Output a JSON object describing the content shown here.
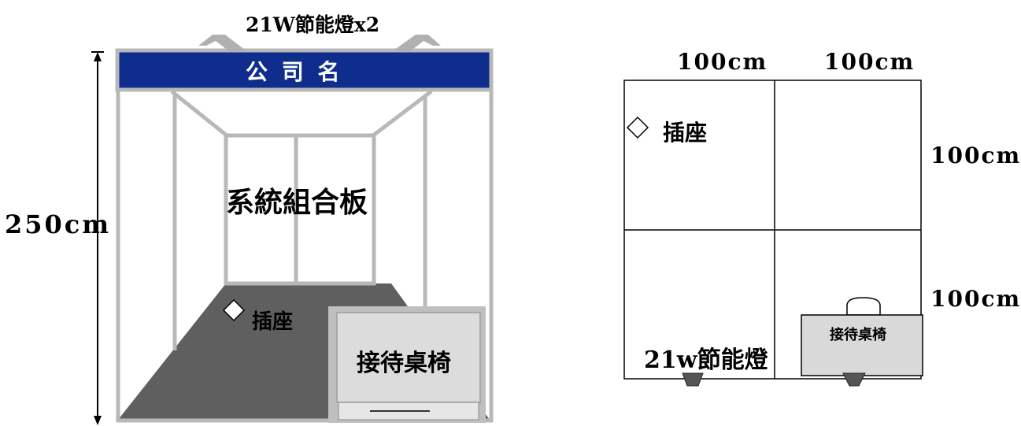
{
  "left": {
    "lamp_label": "21W節能燈x2",
    "company_sign": "公 司 名",
    "panel_label": "系統組合板",
    "socket_label": "插座",
    "desk_label": "接待桌椅",
    "height_label": "250cm"
  },
  "right": {
    "dim_top_left": "100cm",
    "dim_top_right": "100cm",
    "dim_side_top": "100cm",
    "dim_side_bottom": "100cm",
    "socket_label": "插座",
    "lamp_label": "21w節能燈",
    "desk_label": "接待桌椅"
  },
  "colors": {
    "sign_blue": "#0f2d8c",
    "floor_gray": "#5f5f5f",
    "frame_gray": "#b8b8b8",
    "desk_fill": "#d9d9d9",
    "lamp_fill": "#555555"
  }
}
